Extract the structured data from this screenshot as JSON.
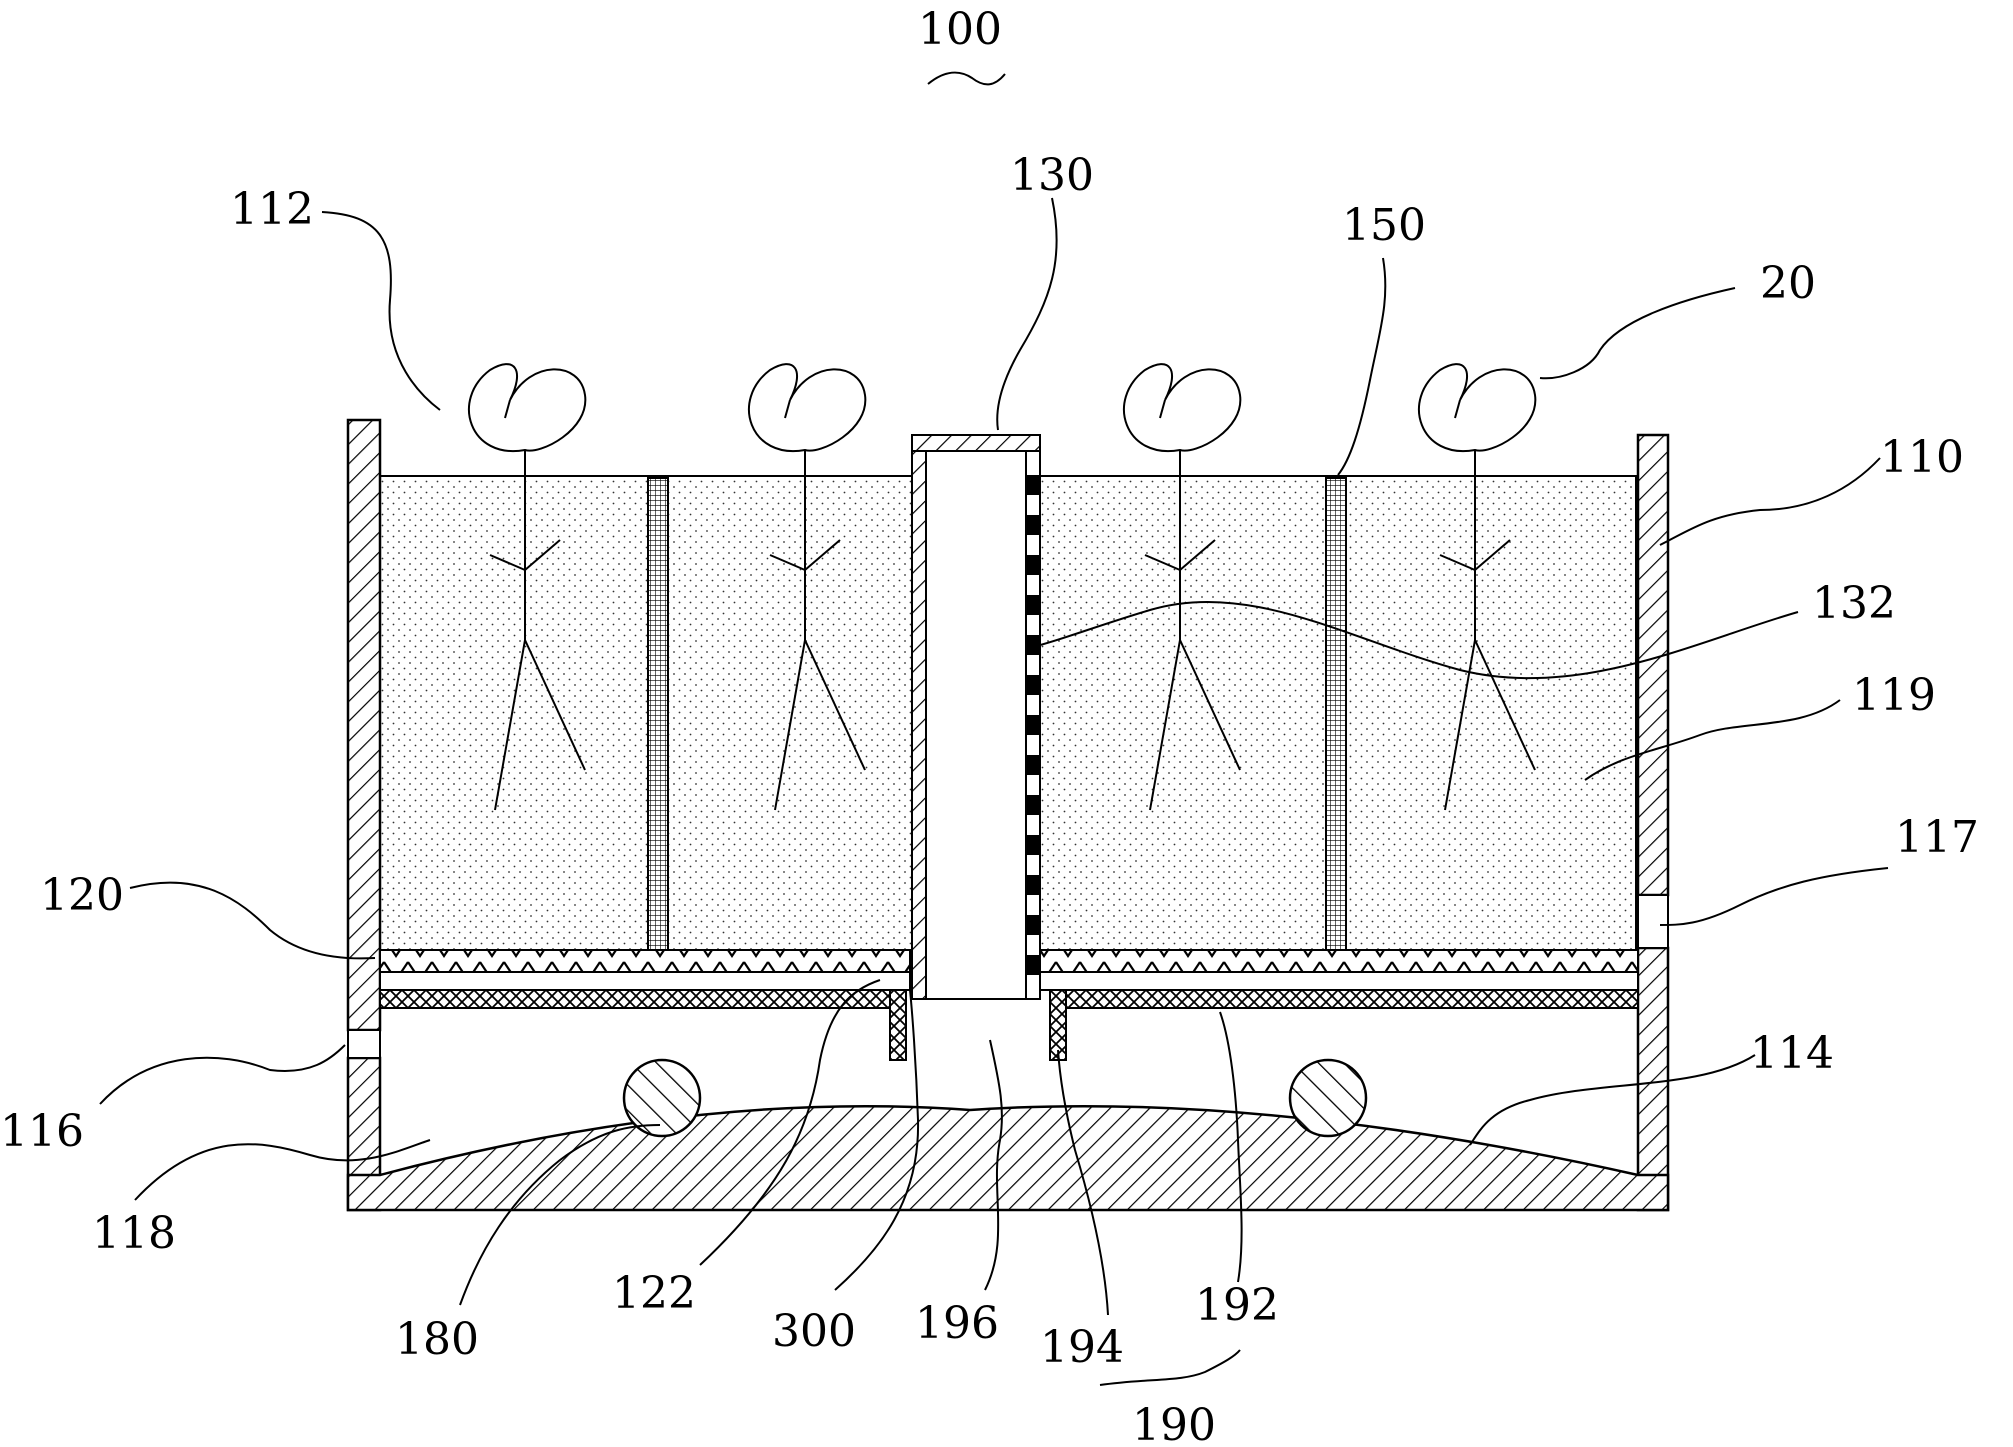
{
  "figure": {
    "labels": {
      "l100": "100",
      "l112": "112",
      "l130": "130",
      "l150": "150",
      "l20": "20",
      "l110": "110",
      "l132": "132",
      "l119": "119",
      "l117": "117",
      "l120": "120",
      "l116": "116",
      "l118": "118",
      "l114": "114",
      "l122": "122",
      "l180": "180",
      "l300": "300",
      "l196": "196",
      "l194": "194",
      "l192": "192",
      "l190": "190"
    },
    "colors": {
      "line": "#000000",
      "background": "#ffffff"
    }
  }
}
